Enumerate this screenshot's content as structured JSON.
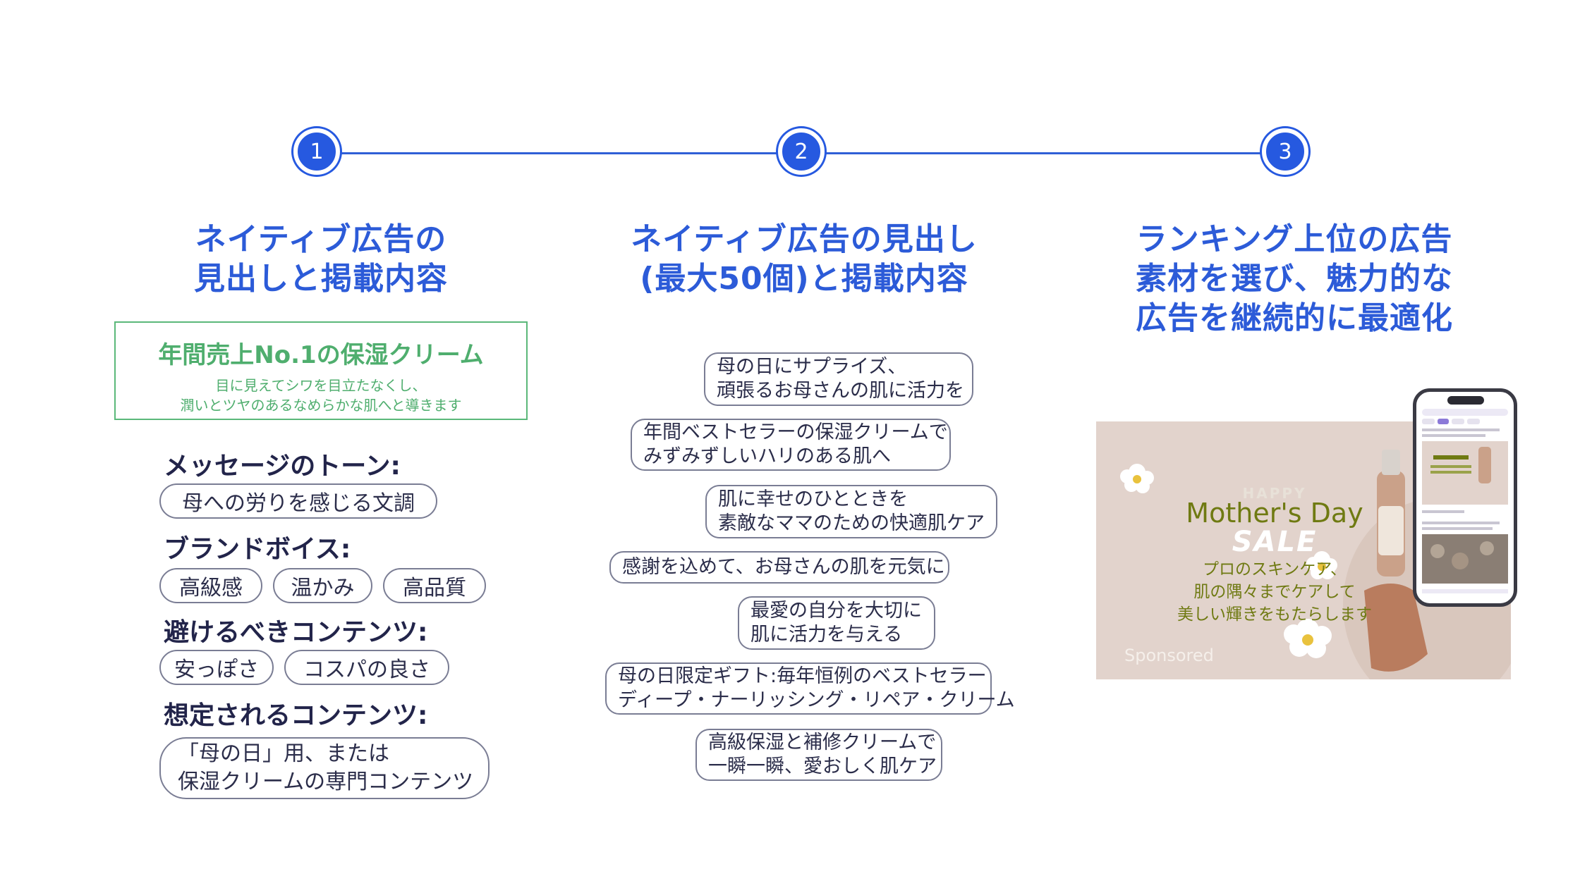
{
  "steps": [
    {
      "number": "1",
      "title_lines": [
        "ネイティブ広告の",
        "見出しと掲載内容"
      ]
    },
    {
      "number": "2",
      "title_lines": [
        "ネイティブ広告の見出し",
        "(最大50個)と掲載内容"
      ]
    },
    {
      "number": "3",
      "title_lines": [
        "ランキング上位の広告",
        "素材を選び、魅力的な",
        "広告を継続的に最適化"
      ]
    }
  ],
  "colors": {
    "accent": "#2c5bd8",
    "headline_green": "#4fae6e",
    "ad_background": "#e2d3cc"
  },
  "source_ad": {
    "headline": "年間売上No.1の保湿クリーム",
    "body_lines": [
      "目に見えてシワを目立たなくし、",
      "潤いとツヤのあるなめらかな肌へと導きます"
    ]
  },
  "brief": {
    "tone_label": "メッセージのトーン:",
    "tone_tags": [
      "母への労りを感じる文調"
    ],
    "voice_label": "ブランドボイス:",
    "voice_tags": [
      "高級感",
      "温かみ",
      "高品質"
    ],
    "avoid_label": "避けるべきコンテンツ:",
    "avoid_tags": [
      "安っぽさ",
      "コスパの良さ"
    ],
    "expected_label": "想定されるコンテンツ:",
    "expected_lines": [
      "「母の日」用、または",
      "保湿クリームの専門コンテンツ"
    ]
  },
  "generated_headlines": [
    [
      "母の日にサプライズ、",
      "頑張るお母さんの肌に活力を"
    ],
    [
      "年間ベストセラーの保湿クリームで",
      "みずみずしいハリのある肌へ"
    ],
    [
      "肌に幸せのひとときを",
      "素敵なママのための快適肌ケア"
    ],
    [
      "感謝を込めて、お母さんの肌を元気に"
    ],
    [
      "最愛の自分を大切に",
      "肌に活力を与える"
    ],
    [
      "母の日限定ギフト:毎年恒例のベストセラー",
      "ディープ・ナーリッシング・リペア・クリーム"
    ],
    [
      "高級保湿と補修クリームで",
      "一瞬一瞬、愛おしく肌ケア"
    ]
  ],
  "ad_preview": {
    "happy": "HAPPY",
    "mothers_day": "Mother's Day",
    "sale": "SALE",
    "copy_lines": [
      "プロのスキンケア、",
      "肌の隅々までケアして",
      "美しい輝きをもたらします"
    ],
    "sponsored": "Sponsored",
    "icons": [
      "flower-icon",
      "cream-bottle-icon",
      "smartphone-icon"
    ]
  }
}
